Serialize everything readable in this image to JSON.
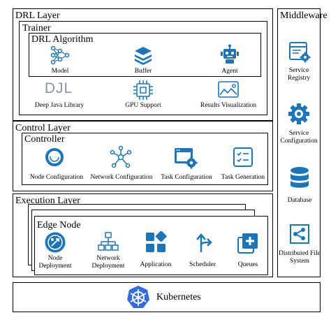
{
  "drl_layer": {
    "title": "DRL Layer",
    "trainer": {
      "title": "Trainer",
      "algorithm": {
        "title": "DRL Algorithm",
        "items": [
          {
            "label": "Model",
            "icon": "model-network-icon"
          },
          {
            "label": "Buffer",
            "icon": "buffer-layers-icon"
          },
          {
            "label": "Agent",
            "icon": "agent-robot-icon"
          }
        ]
      },
      "tools": [
        {
          "label": "Deep Java Library",
          "icon": "djl-logo-icon",
          "logo_text": "DJL"
        },
        {
          "label": "GPU Support",
          "icon": "gpu-chip-icon"
        },
        {
          "label": "Results Visualization",
          "icon": "chart-image-icon"
        }
      ]
    }
  },
  "control_layer": {
    "title": "Control Layer",
    "controller": {
      "title": "Controller",
      "items": [
        {
          "label": "Node Configuration",
          "icon": "ring-icon"
        },
        {
          "label": "Network Configuration",
          "icon": "network-hub-icon"
        },
        {
          "label": "Task Configuration",
          "icon": "window-gear-icon"
        },
        {
          "label": "Task Generation",
          "icon": "checklist-icon"
        }
      ]
    }
  },
  "execution_layer": {
    "title": "Execution Layer",
    "edge_node": {
      "title": "Edge Node",
      "items": [
        {
          "label": "Node Deployment",
          "icon": "deploy-circle-icon"
        },
        {
          "label": "Network Deployment",
          "icon": "hierarchy-icon"
        },
        {
          "label": "Application",
          "icon": "app-blocks-icon"
        },
        {
          "label": "Scheduler",
          "icon": "split-arrow-icon"
        },
        {
          "label": "Queues",
          "icon": "queue-plus-icon"
        }
      ]
    }
  },
  "middleware": {
    "title": "Middleware",
    "items": [
      {
        "label": "Service Registry",
        "icon": "registry-gear-icon"
      },
      {
        "label": "Service Configuration",
        "icon": "config-gear-icon"
      },
      {
        "label": "Database",
        "icon": "database-icon"
      },
      {
        "label": "Distributed File System",
        "icon": "shared-folder-icon"
      }
    ]
  },
  "kubernetes": {
    "label": "Kubernetes",
    "icon": "kubernetes-wheel-icon"
  },
  "colors": {
    "accent": "#1b75bb",
    "border": "#000000"
  }
}
